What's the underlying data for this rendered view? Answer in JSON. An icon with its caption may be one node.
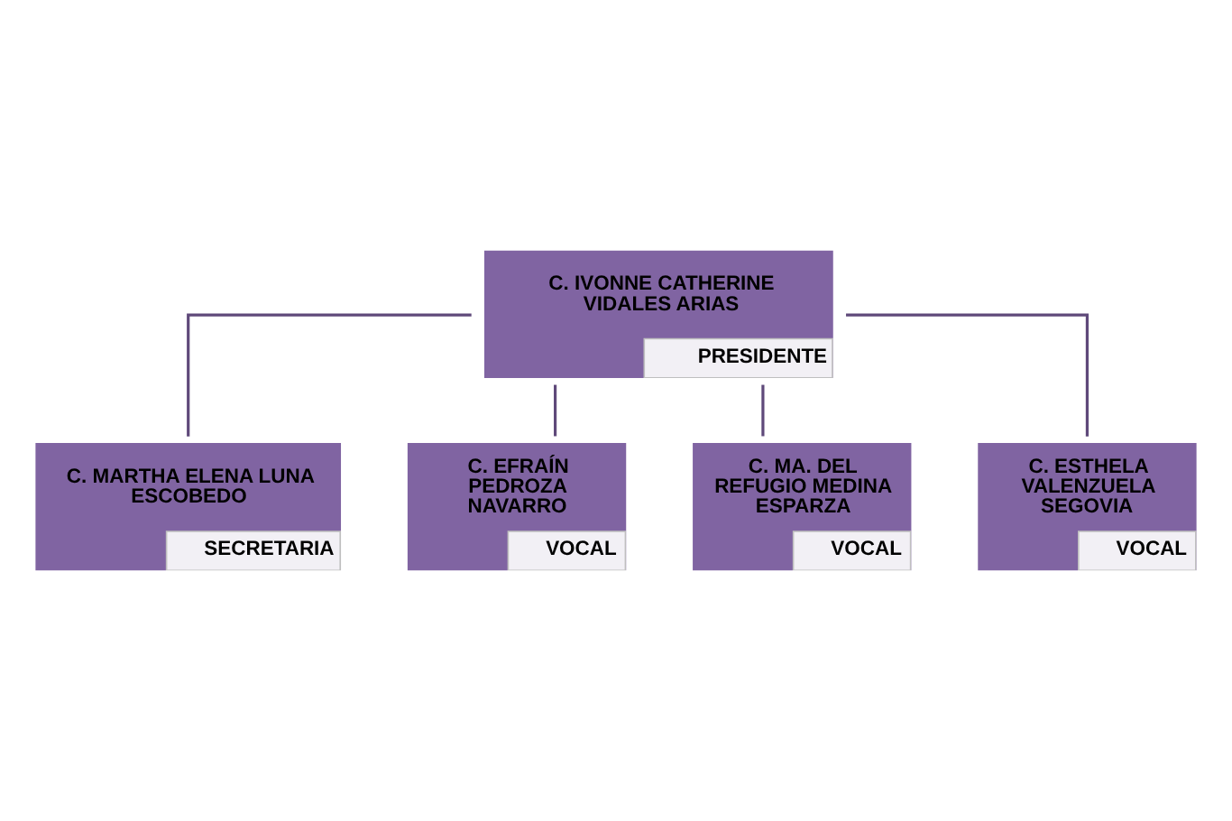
{
  "diagram": {
    "nodes": [
      {
        "text": [
          "C. IVONNE CATHERINE VIDALES ARIAS",
          "PRESIDENTE"
        ]
      },
      {
        "text": [
          "C. MARTHA ELENA LUNA ESCOBEDO",
          "SECRETARIA"
        ]
      },
      {
        "text": [
          "C. EFRAÍN PEDROZA NAVARRO",
          "VOCAL"
        ]
      },
      {
        "text": [
          "C. MA. DEL REFUGIO MEDINA ESPARZA",
          "VOCAL"
        ]
      },
      {
        "text": [
          "C. ESTHELA VALENZUELA SEGOVIA",
          "VOCAL"
        ]
      }
    ],
    "edges": [
      {
        "from": 0,
        "to": 1,
        "arrow": "none"
      },
      {
        "from": 0,
        "to": 2,
        "arrow": "none"
      },
      {
        "from": 0,
        "to": 3,
        "arrow": "none"
      },
      {
        "from": 0,
        "to": 4,
        "arrow": "none"
      }
    ]
  }
}
